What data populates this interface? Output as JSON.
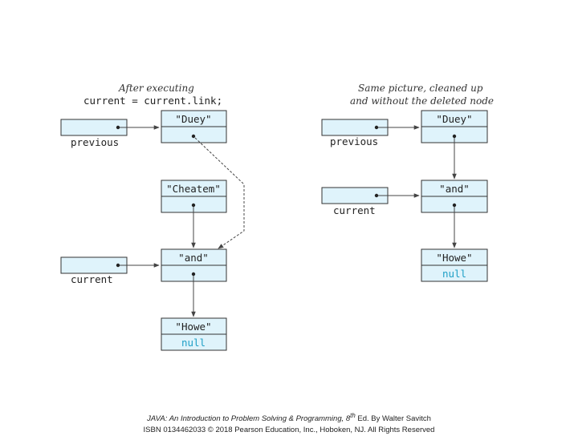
{
  "left": {
    "caption_line1": "After executing",
    "code": "current = current.link;",
    "previous_label": "previous",
    "current_label": "current",
    "nodes": [
      "\"Duey\"",
      "\"Cheatem\"",
      "\"and\"",
      "\"Howe\""
    ],
    "null_label": "null"
  },
  "right": {
    "caption_line1": "Same picture, cleaned up",
    "caption_line2": "and without the deleted node",
    "previous_label": "previous",
    "current_label": "current",
    "nodes": [
      "\"Duey\"",
      "\"and\"",
      "\"Howe\""
    ],
    "null_label": "null"
  },
  "footer": {
    "book_title": "JAVA: An Introduction to Problem Solving & Programming, 8",
    "edition_sup": "th",
    "edition_author": " Ed. By Walter Savitch",
    "line2": "ISBN 0134462033 © 2018 Pearson Education, Inc., Hoboken, NJ. All Rights Reserved"
  }
}
